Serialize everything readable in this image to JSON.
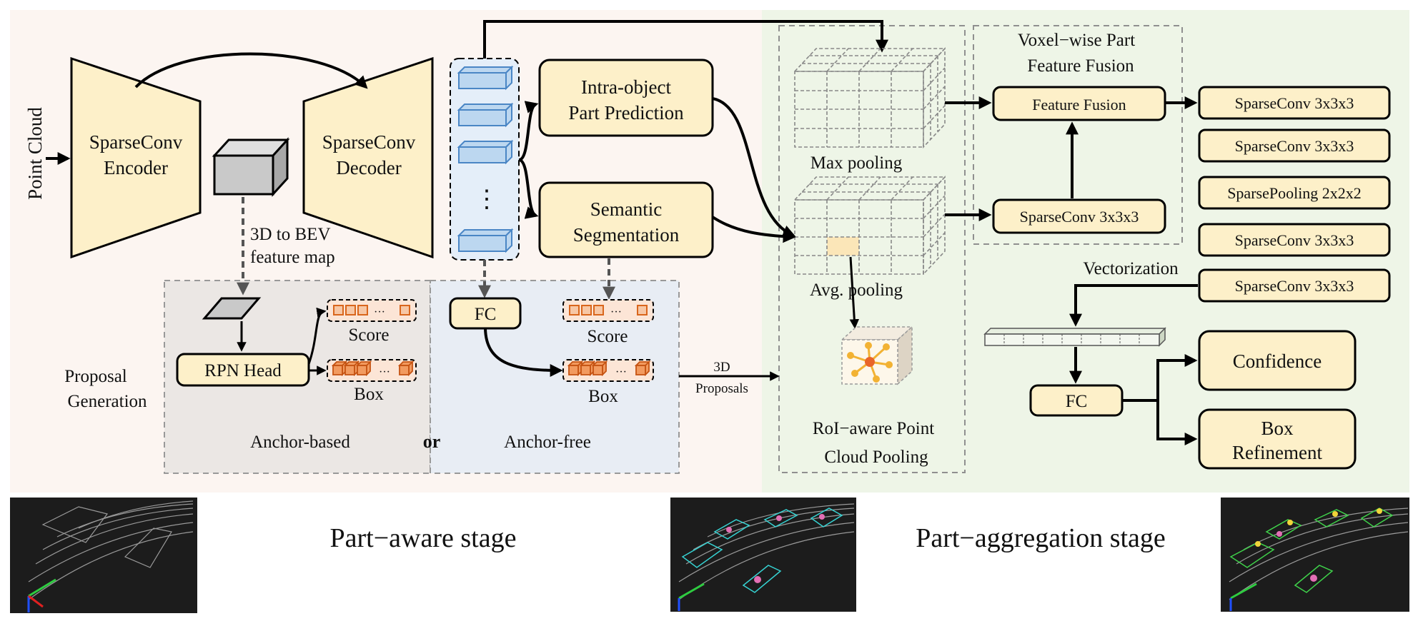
{
  "labels": {
    "point_cloud": "Point Cloud",
    "encoder": [
      "SparseConv",
      "Encoder"
    ],
    "decoder": [
      "SparseConv",
      "Decoder"
    ],
    "bev": [
      "3D to BEV",
      "feature map"
    ],
    "intra_object": [
      "Intra-object",
      "Part Prediction"
    ],
    "semantic": [
      "Semantic",
      "Segmentation"
    ],
    "ellipsis": "⋮",
    "proposal_generation": [
      "Proposal",
      "Generation"
    ],
    "rpn_head": "RPN Head",
    "score_left": "Score",
    "box_left": "Box",
    "anchor_based": "Anchor-based",
    "or": "or",
    "fc_mid": "FC",
    "score_right": "Score",
    "box_right": "Box",
    "anchor_free": "Anchor-free",
    "proposals_3d": [
      "3D",
      "Proposals"
    ],
    "max_pooling": "Max pooling",
    "avg_pooling": "Avg. pooling",
    "roi_pooling": [
      "RoI−aware Point",
      "Cloud Pooling"
    ],
    "voxel_fusion_title": [
      "Voxel−wise Part",
      "Feature Fusion"
    ],
    "feature_fusion": "Feature Fusion",
    "sparseconv_mid": "SparseConv 3x3x3",
    "right_stack": [
      "SparseConv 3x3x3",
      "SparseConv 3x3x3",
      "SparsePooling 2x2x2",
      "SparseConv 3x3x3",
      "SparseConv 3x3x3"
    ],
    "vectorization": "Vectorization",
    "fc_right": "FC",
    "confidence": "Confidence",
    "box_refinement": [
      "Box",
      "Refinement"
    ],
    "stage1": "Part−aware stage",
    "stage2": "Part−aggregation stage"
  },
  "colors": {
    "left_bg": "#fcf5f1",
    "right_bg": "#eef5e7",
    "box_fill": "#fdf0c9",
    "feature_blue": "#bcd7f0",
    "feature_blue_stroke": "#4a86c5",
    "orange": "#ee8a4a",
    "anchor_based_bg": "#ebe7e4",
    "anchor_free_bg": "#e8edf4"
  },
  "icons": {
    "bev_cube": "gray-cube-icon",
    "bev_plane": "gray-parallelogram-icon",
    "roi_icon": "orange-star-node-icon",
    "thumbnails": [
      "lidar-scene-image",
      "lidar-scene-with-boxes-image",
      "lidar-scene-with-refined-boxes-image"
    ]
  }
}
